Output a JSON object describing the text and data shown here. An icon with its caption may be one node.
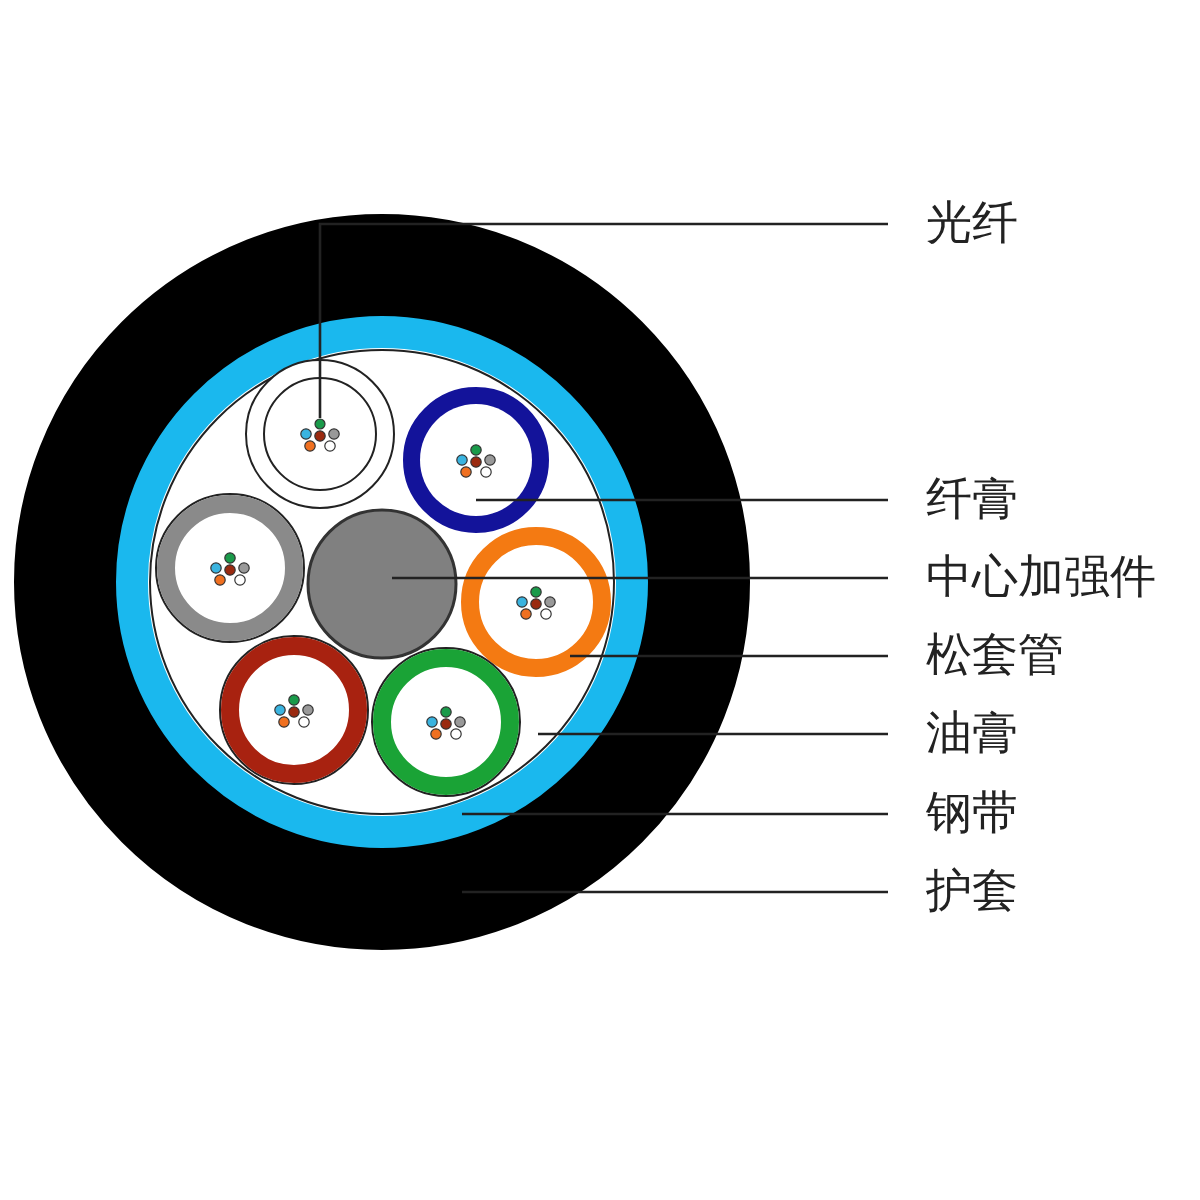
{
  "diagram": {
    "nodes": [
      {
        "text": [
          "光纤"
        ]
      },
      {
        "text": [
          "纤膏"
        ]
      },
      {
        "text": [
          "中心加强件"
        ]
      },
      {
        "text": [
          "松套管"
        ]
      },
      {
        "text": [
          "油膏"
        ]
      },
      {
        "text": [
          "钢带"
        ]
      },
      {
        "text": [
          "护套"
        ]
      },
      {
        "text": [],
        "shape": "circle",
        "in": 11
      },
      {
        "text": [],
        "shape": "circle",
        "in": 11
      },
      {
        "text": [],
        "shape": "circle",
        "in": 11
      },
      {
        "text": [],
        "shape": "circle",
        "in": 11
      },
      {
        "text": [],
        "shape": "circle",
        "in": 12
      },
      {
        "text": [],
        "shape": "circle",
        "in": 13
      },
      {
        "text": [],
        "shape": "circle"
      }
    ],
    "edges": [
      {
        "from": 0,
        "to": 7,
        "arrow": "none"
      },
      {
        "from": 1,
        "to": 8,
        "arrow": "none"
      },
      {
        "from": 2,
        "to": 9,
        "arrow": "none"
      },
      {
        "from": 3,
        "to": 10,
        "arrow": "none"
      },
      {
        "from": 4,
        "to": 11,
        "arrow": "none"
      },
      {
        "from": 5,
        "to": 12,
        "arrow": "none"
      },
      {
        "from": 6,
        "to": 13,
        "arrow": "none"
      }
    ]
  }
}
